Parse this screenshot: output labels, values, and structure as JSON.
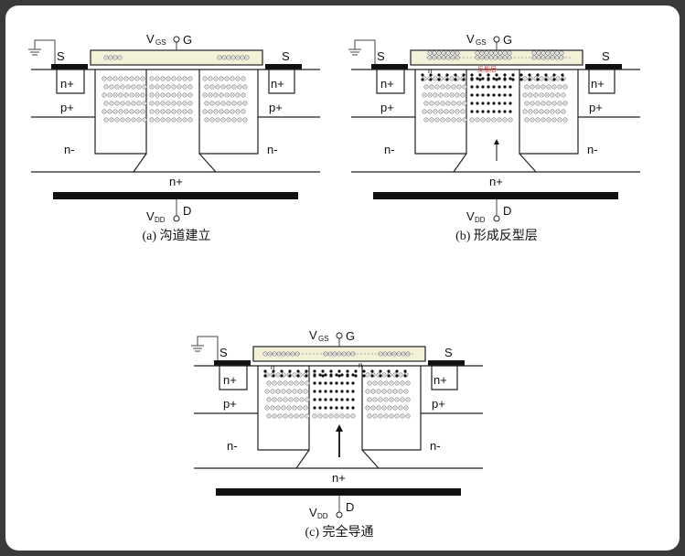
{
  "labels": {
    "source": "S",
    "gate": "G",
    "drain": "D",
    "n_plus": "n+",
    "p_plus": "p+",
    "n_minus": "n-",
    "n_small": "n",
    "vgs_main": "V",
    "vgs_sub": "GS",
    "vdd_main": "V",
    "vdd_sub": "DD",
    "inversion_note": "反型层"
  },
  "panels": [
    {
      "id": "a",
      "caption": "(a)   沟道建立"
    },
    {
      "id": "b",
      "caption": "(b)  形成反型层"
    },
    {
      "id": "c",
      "caption": "(c)  完全导通"
    }
  ]
}
